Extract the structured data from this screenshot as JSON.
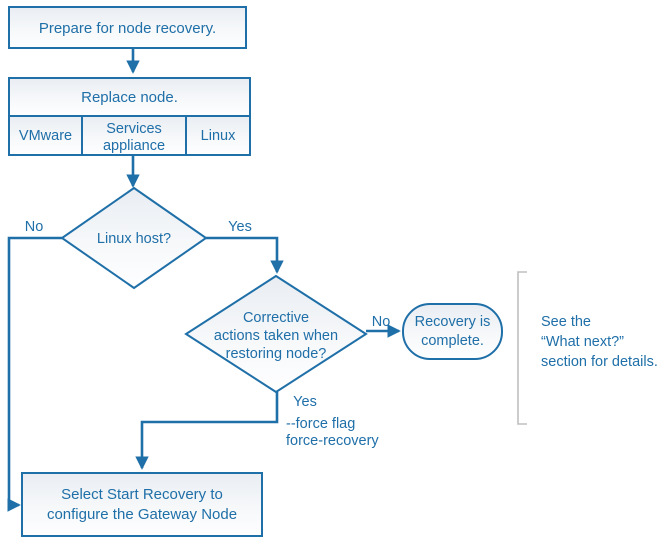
{
  "diagram": {
    "title": "Node recovery decision flowchart",
    "colors": {
      "stroke": "#1F6FA8",
      "text": "#1F6FA8",
      "box_fill_top": "#EEF1F5",
      "box_fill_bottom": "#FDFDFE",
      "bracket": "#BFBFBF",
      "background": "#FFFFFF"
    },
    "nodes": {
      "prepare": {
        "label": "Prepare for node recovery.",
        "shape": "rectangle"
      },
      "replace": {
        "label": "Replace node.",
        "shape": "rectangle"
      },
      "replace_options": [
        {
          "label": "VMware"
        },
        {
          "label": "Services\nappliance",
          "line1": "Services",
          "line2": "appliance"
        },
        {
          "label": "Linux"
        }
      ],
      "linux_host": {
        "label": "Linux host?",
        "shape": "diamond"
      },
      "corrective": {
        "shape": "diamond",
        "line1": "Corrective",
        "line2": "actions taken when",
        "line3": "restoring node?"
      },
      "recovery_complete": {
        "shape": "rounded",
        "line1": "Recovery is",
        "line2": "complete."
      },
      "select_start": {
        "shape": "rectangle",
        "line1": "Select Start Recovery to",
        "line2": "configure the Gateway Node"
      }
    },
    "edge_labels": {
      "linux_no": "No",
      "linux_yes": "Yes",
      "corrective_no": "No",
      "corrective_yes": "Yes",
      "force_flag_1": "--force flag",
      "force_flag_2": "force-recovery"
    },
    "annotation": {
      "line1": "See the",
      "line2": "“What next?”",
      "line3": "section for details."
    }
  }
}
